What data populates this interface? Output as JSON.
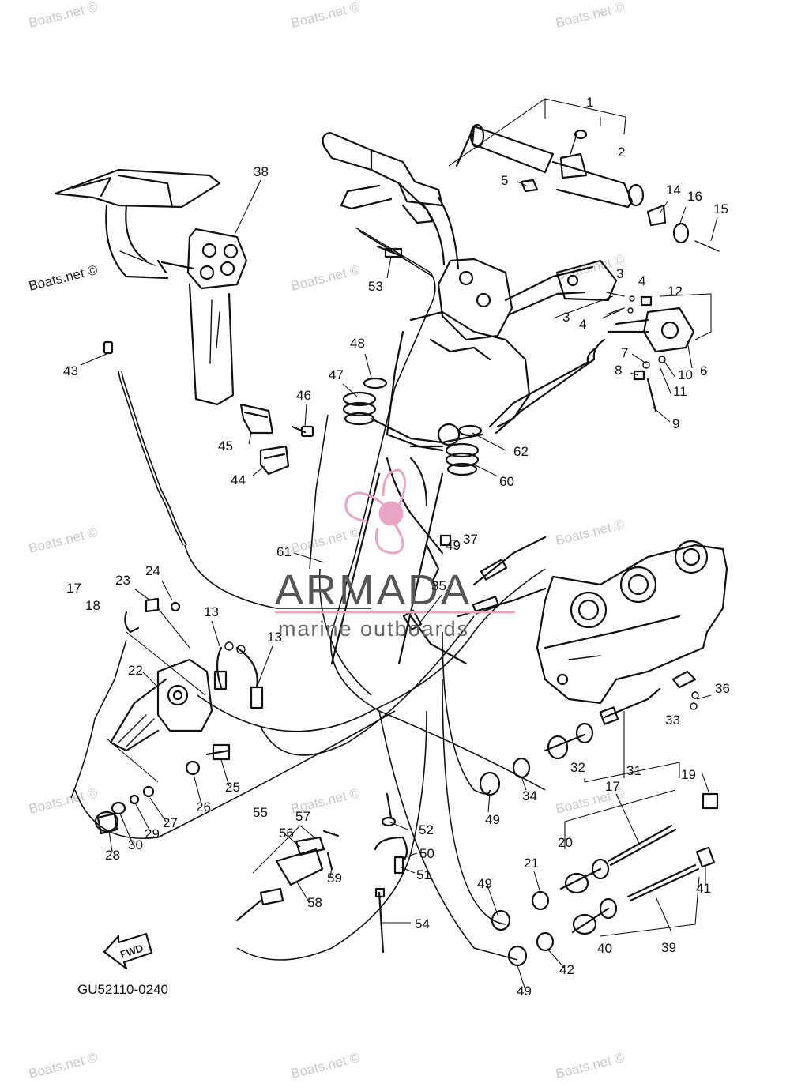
{
  "watermark_text": "Boats.net ©",
  "watermark_visible": "Boats.net ©",
  "logo": {
    "name": "ARMADA",
    "tagline": "marine outboards",
    "color_accent": "#e8a6c4",
    "color_text": "#555555"
  },
  "drawing_code": "GU52110-0240",
  "fwd_label": "FWD",
  "callouts": [
    "1",
    "2",
    "3",
    "3",
    "4",
    "4",
    "5",
    "6",
    "7",
    "8",
    "9",
    "10",
    "11",
    "12",
    "13",
    "13",
    "14",
    "15",
    "16",
    "17",
    "17",
    "18",
    "19",
    "20",
    "21",
    "22",
    "23",
    "24",
    "25",
    "26",
    "27",
    "28",
    "29",
    "30",
    "31",
    "32",
    "33",
    "34",
    "35",
    "36",
    "37",
    "38",
    "39",
    "40",
    "41",
    "42",
    "43",
    "44",
    "45",
    "46",
    "47",
    "48",
    "49",
    "49",
    "49",
    "49",
    "50",
    "51",
    "52",
    "53",
    "54",
    "55",
    "56",
    "57",
    "58",
    "59",
    "60",
    "61",
    "62"
  ]
}
